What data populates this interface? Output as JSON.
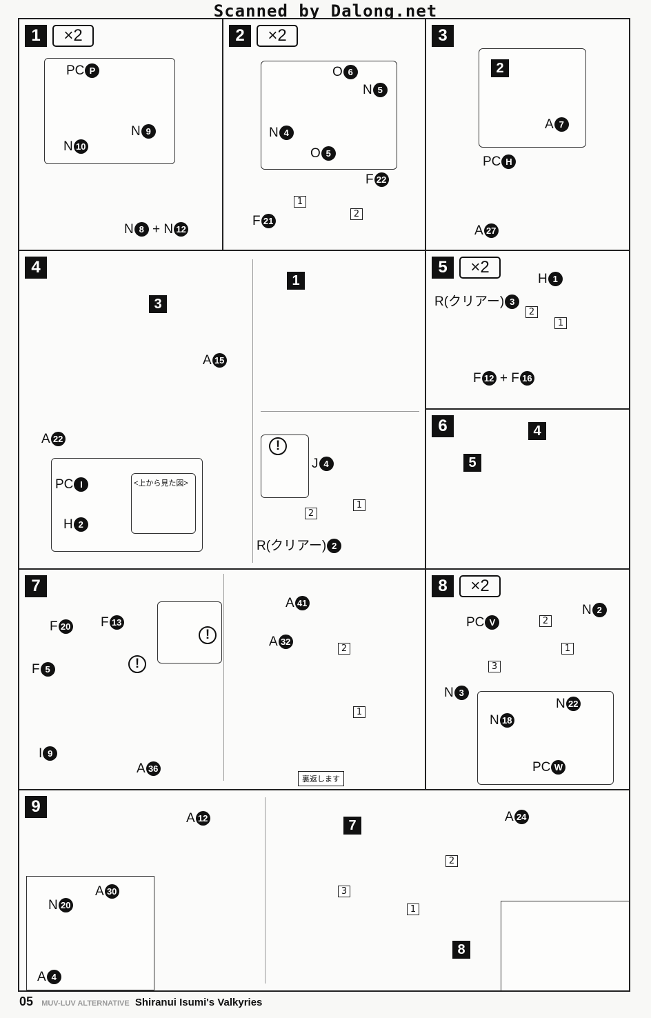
{
  "header": {
    "scan_credit": "Scanned by Dalong.net"
  },
  "footer": {
    "page_number": "05",
    "series": "MUV-LUV ALTERNATIVE",
    "title": "Shiranui Isumi's Valkyries"
  },
  "steps": [
    {
      "number": "1",
      "multiplier": "×2",
      "labels": [
        {
          "part": "PC",
          "num": "P"
        },
        {
          "part": "N",
          "num": "9"
        },
        {
          "part": "N",
          "num": "10"
        },
        {
          "part": "N",
          "num": "8"
        },
        {
          "part": "N",
          "num": "12"
        }
      ]
    },
    {
      "number": "2",
      "multiplier": "×2",
      "labels": [
        {
          "part": "O",
          "num": "6"
        },
        {
          "part": "N",
          "num": "5"
        },
        {
          "part": "N",
          "num": "4"
        },
        {
          "part": "O",
          "num": "5"
        },
        {
          "part": "F",
          "num": "22"
        },
        {
          "part": "F",
          "num": "21"
        }
      ],
      "substeps": [
        "1",
        "2"
      ]
    },
    {
      "number": "3",
      "labels": [
        {
          "part": "A",
          "num": "7"
        },
        {
          "part": "PC",
          "num": "H"
        },
        {
          "part": "A",
          "num": "27"
        }
      ],
      "ref": "2"
    },
    {
      "number": "4",
      "labels": [
        {
          "part": "A",
          "num": "15"
        },
        {
          "part": "A",
          "num": "22"
        },
        {
          "part": "PC",
          "num": "I"
        },
        {
          "part": "H",
          "num": "2"
        },
        {
          "part": "J",
          "num": "4"
        },
        {
          "part": "R(クリアー)",
          "num": "2"
        }
      ],
      "refs": [
        "3",
        "1"
      ],
      "view_caption": "<上から見た図>",
      "substeps": [
        "1",
        "2"
      ]
    },
    {
      "number": "5",
      "multiplier": "×2",
      "labels": [
        {
          "part": "H",
          "num": "1"
        },
        {
          "part": "R(クリアー)",
          "num": "3"
        },
        {
          "part": "F",
          "num": "12"
        },
        {
          "part": "F",
          "num": "16"
        }
      ],
      "substeps": [
        "2",
        "1"
      ]
    },
    {
      "number": "6",
      "refs": [
        "4",
        "5"
      ]
    },
    {
      "number": "7",
      "labels": [
        {
          "part": "F",
          "num": "20"
        },
        {
          "part": "F",
          "num": "13"
        },
        {
          "part": "F",
          "num": "5"
        },
        {
          "part": "I",
          "num": "9"
        },
        {
          "part": "A",
          "num": "36"
        },
        {
          "part": "A",
          "num": "41"
        },
        {
          "part": "A",
          "num": "32"
        }
      ],
      "caption": "裏返します",
      "substeps": [
        "2",
        "1"
      ]
    },
    {
      "number": "8",
      "multiplier": "×2",
      "labels": [
        {
          "part": "PC",
          "num": "V"
        },
        {
          "part": "N",
          "num": "2"
        },
        {
          "part": "N",
          "num": "3"
        },
        {
          "part": "N",
          "num": "22"
        },
        {
          "part": "N",
          "num": "18"
        },
        {
          "part": "PC",
          "num": "W"
        }
      ],
      "substeps": [
        "2",
        "1",
        "3"
      ]
    },
    {
      "number": "9",
      "labels": [
        {
          "part": "A",
          "num": "12"
        },
        {
          "part": "A",
          "num": "30"
        },
        {
          "part": "N",
          "num": "20"
        },
        {
          "part": "A",
          "num": "4"
        },
        {
          "part": "A",
          "num": "24"
        }
      ],
      "refs": [
        "7",
        "8"
      ],
      "substeps": [
        "2",
        "3",
        "1"
      ]
    }
  ],
  "joiner": "+"
}
